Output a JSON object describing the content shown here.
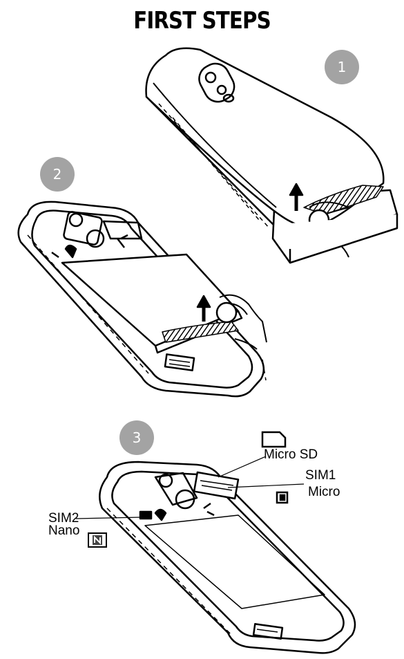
{
  "title": "FIRST STEPS",
  "steps": [
    {
      "number": "1"
    },
    {
      "number": "2"
    },
    {
      "number": "3"
    }
  ],
  "slots": {
    "micro_sd": "Micro SD",
    "sim1_name": "SIM1",
    "sim1_type": "Micro",
    "sim2_name": "SIM2",
    "sim2_type": "Nano"
  }
}
